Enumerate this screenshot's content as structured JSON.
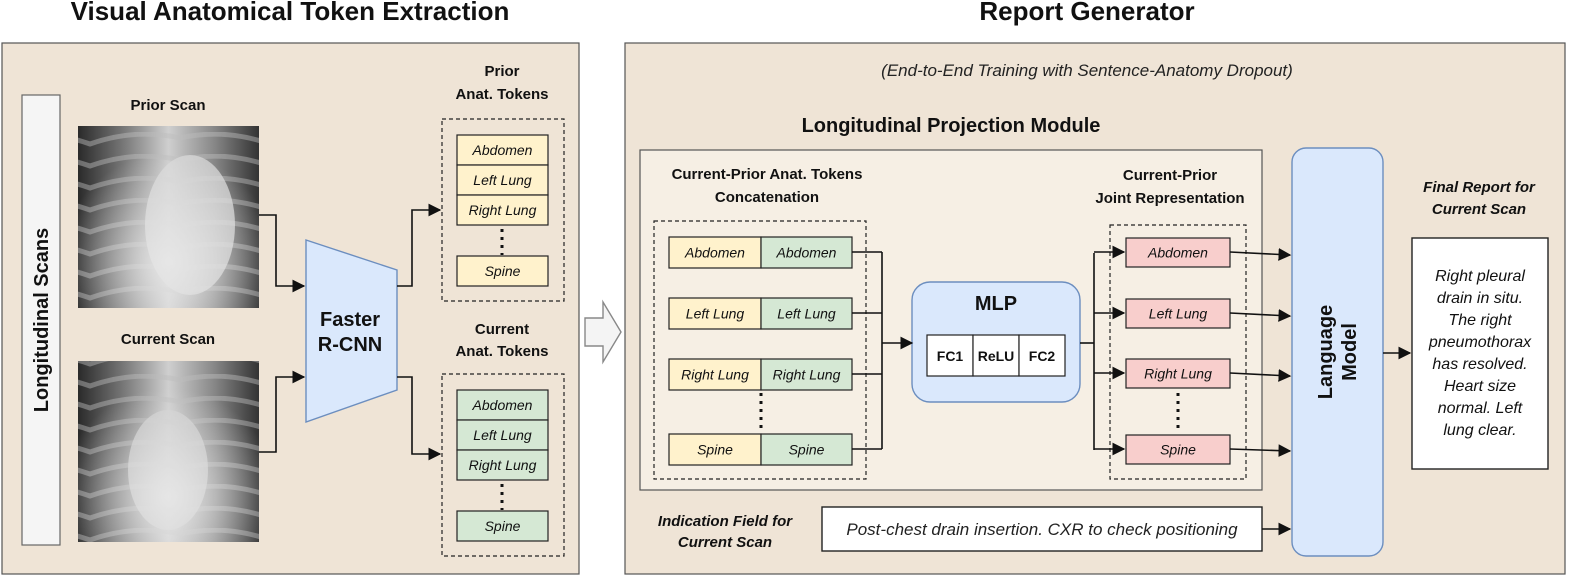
{
  "titles": {
    "left": "Visual Anatomical Token Extraction",
    "right": "Report Generator"
  },
  "sidebar": {
    "label": "Longitudinal Scans"
  },
  "scans": {
    "prior_label": "Prior Scan",
    "current_label": "Current Scan"
  },
  "detector": {
    "line1": "Faster",
    "line2": "R-CNN"
  },
  "prior_tokens": {
    "title_line1": "Prior",
    "title_line2": "Anat. Tokens",
    "items": [
      "Abdomen",
      "Left Lung",
      "Right Lung",
      "Spine"
    ]
  },
  "current_tokens": {
    "title_line1": "Current",
    "title_line2": "Anat. Tokens",
    "items": [
      "Abdomen",
      "Left Lung",
      "Right Lung",
      "Spine"
    ]
  },
  "report_generator": {
    "subtitle": "(End-to-End Training with Sentence-Anatomy Dropout)",
    "projection_title": "Longitudinal Projection Module",
    "concat_title_line1": "Current-Prior Anat. Tokens",
    "concat_title_line2": "Concatenation",
    "concat_rows": [
      {
        "prior": "Abdomen",
        "current": "Abdomen"
      },
      {
        "prior": "Left Lung",
        "current": "Left Lung"
      },
      {
        "prior": "Right Lung",
        "current": "Right Lung"
      },
      {
        "prior": "Spine",
        "current": "Spine"
      }
    ],
    "mlp": {
      "title": "MLP",
      "layers": [
        "FC1",
        "ReLU",
        "FC2"
      ]
    },
    "joint_title_line1": "Current-Prior",
    "joint_title_line2": "Joint Representation",
    "joint_items": [
      "Abdomen",
      "Left Lung",
      "Right Lung",
      "Spine"
    ],
    "language_model": {
      "line1": "Language",
      "line2": "Model"
    },
    "indication_label_line1": "Indication Field for",
    "indication_label_line2": "Current Scan",
    "indication_text": "Post-chest drain insertion. CXR to check positioning",
    "final_title_line1": "Final Report for",
    "final_title_line2": "Current Scan",
    "final_report_lines": [
      "Right pleural",
      "drain in situ.",
      "The right",
      "pneumothorax",
      "has resolved.",
      "Heart size",
      "normal. Left",
      "lung clear."
    ]
  },
  "colors": {
    "panel_bg": "#efe4d6",
    "prior_token": "#fff2cc",
    "current_token": "#d5e8d4",
    "joint_token": "#f8cecc",
    "blue": "#dae8fc",
    "blue_stroke": "#6c8ebf",
    "module_bg": "#f6efe4"
  },
  "icons": [
    "xray-image-prior",
    "xray-image-current",
    "hollow-arrow-icon"
  ]
}
